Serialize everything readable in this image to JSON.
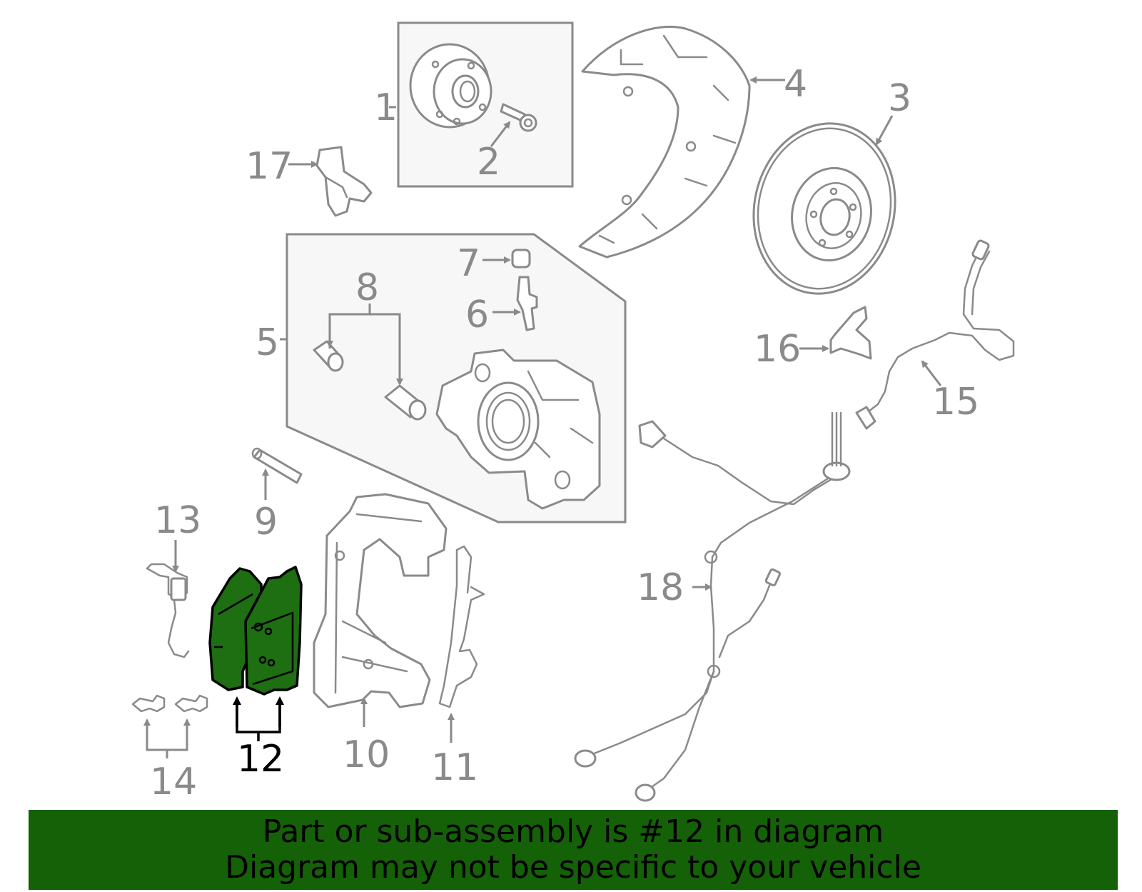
{
  "diagram": {
    "highlighted_part": "12",
    "highlight_color": "#1e6e12",
    "line_color": "#8a8a8a",
    "callouts": [
      "1",
      "2",
      "3",
      "4",
      "5",
      "6",
      "7",
      "8",
      "9",
      "10",
      "11",
      "12",
      "13",
      "14",
      "15",
      "16",
      "17",
      "18"
    ]
  },
  "banner": {
    "line1": "Part or sub-assembly is #12 in diagram",
    "line2": "Diagram may not be specific to your vehicle",
    "background": "#156108"
  }
}
